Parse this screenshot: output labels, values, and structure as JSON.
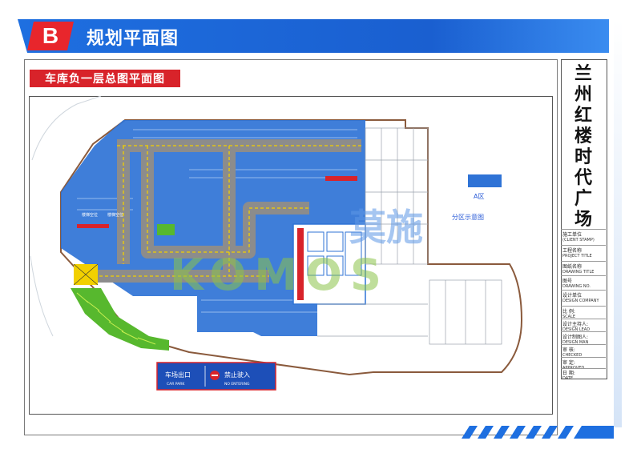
{
  "header": {
    "badge": "B",
    "title": "规划平面图"
  },
  "section": {
    "subtitle": "车库负一层总图平面图"
  },
  "project": {
    "title_chars": [
      "兰",
      "州",
      "红",
      "楼",
      "时",
      "代",
      "广",
      "场"
    ]
  },
  "info_panel": {
    "rows": [
      {
        "label": "施工单位",
        "sub": "(CLIENT STAMP)"
      },
      {
        "label": "工程名称",
        "sub": "PROJECT TITLE"
      },
      {
        "label": "图纸名称",
        "sub": "DRAWING TITLE"
      },
      {
        "label": "图号",
        "sub": "DRAWING NO."
      },
      {
        "label": "设计单位",
        "sub": "DESIGN COMPANY"
      },
      {
        "label": "比 例:",
        "sub": "SCALE"
      },
      {
        "label": "设计主持人:",
        "sub": "DESIGN LEAD"
      },
      {
        "label": "设计制图人:",
        "sub": "DESIGN MAN"
      },
      {
        "label": "审 核:",
        "sub": "CHECKED"
      },
      {
        "label": "审 定:",
        "sub": "APPROVED"
      },
      {
        "label": "日 期:",
        "sub": "DATE"
      }
    ]
  },
  "plan": {
    "zone_label": "A区",
    "zone_caption": "分区示意图",
    "watermark_cn": "莫施",
    "watermark_en": "KOMOS",
    "exit_sign_cn": "车场出口",
    "exit_sign_en": "CAR PARK",
    "no_entry_cn": "禁止驶入",
    "no_entry_en": "NO ENTERING",
    "small_labels": [
      "楼梯空位",
      "楼梯空位"
    ]
  },
  "colors": {
    "banner_blue": "#1e6fe0",
    "accent_red": "#d8232a",
    "parking_blue": "#2f73d6",
    "road_gray": "#8c8c8c",
    "lane_yellow": "#f2d000",
    "green_zone": "#57b82e",
    "outline_brown": "#8a5a3c"
  }
}
